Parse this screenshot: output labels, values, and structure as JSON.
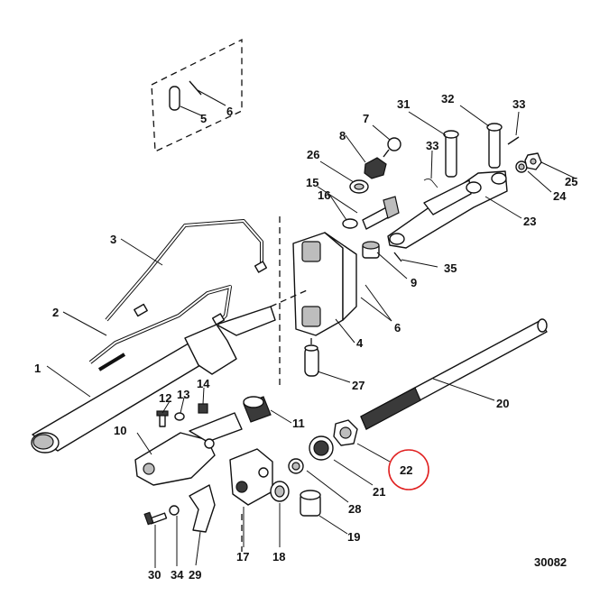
{
  "callouts": {
    "c1": "1",
    "c2": "2",
    "c3": "3",
    "c4": "4",
    "c5": "5",
    "c6a": "6",
    "c6b": "6",
    "c7": "7",
    "c8": "8",
    "c9": "9",
    "c10": "10",
    "c11": "11",
    "c12": "12",
    "c13": "13",
    "c14": "14",
    "c15": "15",
    "c16": "16",
    "c17": "17",
    "c18": "18",
    "c19": "19",
    "c20": "20",
    "c21": "21",
    "c22": "22",
    "c23": "23",
    "c24": "24",
    "c25": "25",
    "c26": "26",
    "c27": "27",
    "c28": "28",
    "c29": "29",
    "c30": "30",
    "c31": "31",
    "c32": "32",
    "c33a": "33",
    "c33b": "33",
    "c34": "34",
    "c35": "35"
  },
  "catalog_number": "30082",
  "highlight": {
    "callout": "22",
    "color": "#e02020",
    "shape": "circle"
  }
}
